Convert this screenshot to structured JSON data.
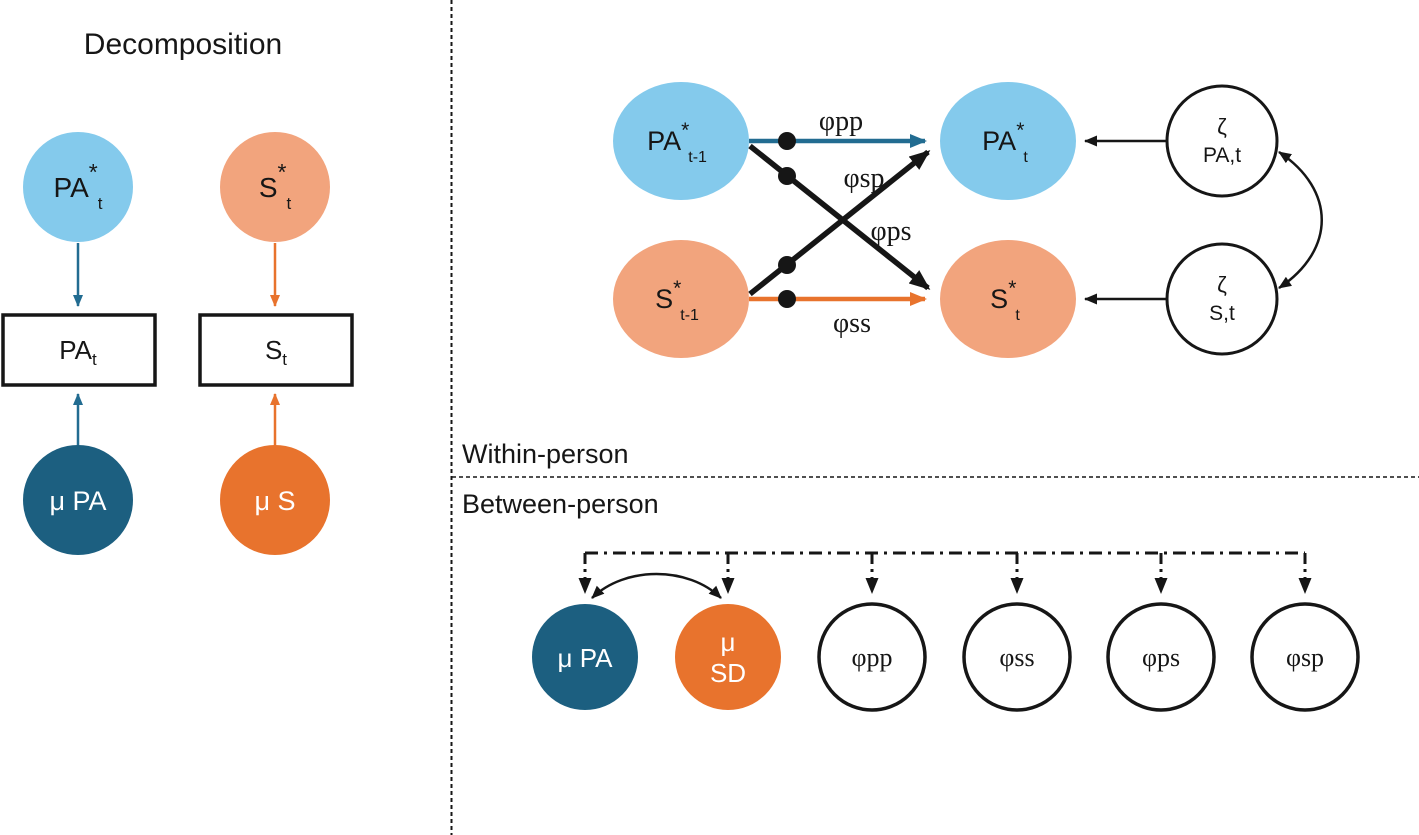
{
  "colors": {
    "light_blue": "#84CAEC",
    "salmon": "#F2A47D",
    "dark_teal": "#1C5F80",
    "orange": "#E8732D",
    "teal_arrow": "#226C91",
    "line_black": "#161616",
    "white": "#FFFFFF"
  },
  "decomposition": {
    "title": "Decomposition",
    "pa_latent": {
      "main": "PA",
      "sup": "*",
      "sub": "t"
    },
    "s_latent": {
      "main": "S",
      "sup": "*",
      "sub": "t"
    },
    "pa_obs": {
      "main": "PA",
      "sub": "t"
    },
    "s_obs": {
      "main": "S",
      "sub": "t"
    },
    "mu_pa": "μ PA",
    "mu_s": "μ S"
  },
  "within": {
    "label": "Within-person",
    "pa_lag": {
      "main": "PA",
      "sup": "*",
      "sub": "t-1"
    },
    "s_lag": {
      "main": "S",
      "sup": "*",
      "sub": "t-1"
    },
    "pa_now": {
      "main": "PA",
      "sup": "*",
      "sub": "t"
    },
    "s_now": {
      "main": "S",
      "sup": "*",
      "sub": "t"
    },
    "zeta_pa": {
      "line1": "ζ",
      "line2": "PA,t"
    },
    "zeta_s": {
      "line1": "ζ",
      "line2": "S,t"
    },
    "phi_pp": "φpp",
    "phi_sp": "φsp",
    "phi_ps": "φps",
    "phi_ss": "φss"
  },
  "between": {
    "label": "Between-person",
    "mu_pa": "μ PA",
    "mu_sd": {
      "line1": "μ",
      "line2": "SD"
    },
    "phi_pp": "φpp",
    "phi_ss": "φss",
    "phi_ps": "φps",
    "phi_sp": "φsp"
  }
}
